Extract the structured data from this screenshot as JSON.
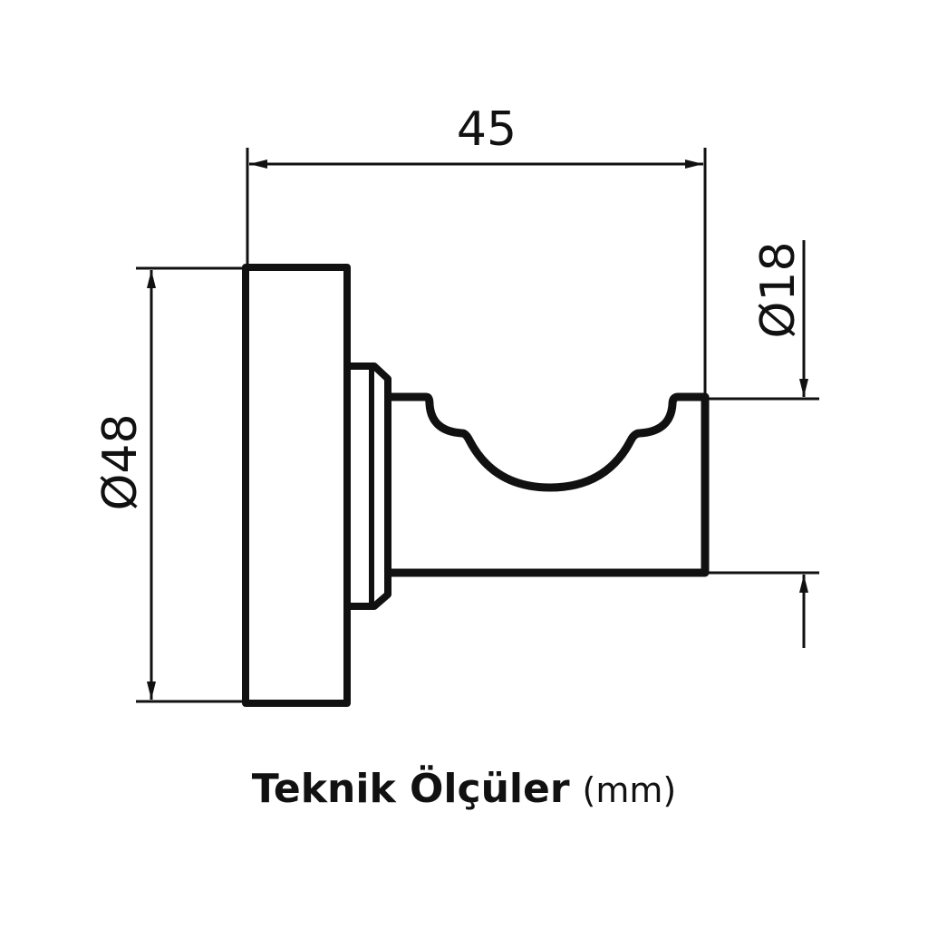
{
  "dimensions": {
    "width": "45",
    "base_diameter": "Ø48",
    "hook_diameter": "Ø18"
  },
  "caption": {
    "title": "Teknik Ölçüler",
    "unit": "(mm)"
  },
  "colors": {
    "line": "#111111",
    "background": "#ffffff"
  }
}
